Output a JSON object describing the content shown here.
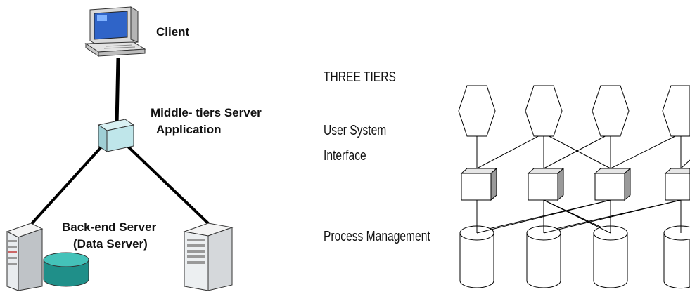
{
  "left_diagram": {
    "client_label": "Client",
    "middle_label_line1": "Middle- tiers Server",
    "middle_label_line2": "Application",
    "backend_label_line1": "Back-end Server",
    "backend_label_line2": "(Data Server)",
    "colors": {
      "monitor_screen": "#2f64c8",
      "middle_cube": "#bfe6ea",
      "database": "#2aa7a0",
      "server_body": "#e9ecef"
    }
  },
  "right_diagram": {
    "title": "THREE TIERS",
    "tier1_label_line1": "User System",
    "tier1_label_line2": "Interface",
    "tier2_label": "Process Management"
  }
}
